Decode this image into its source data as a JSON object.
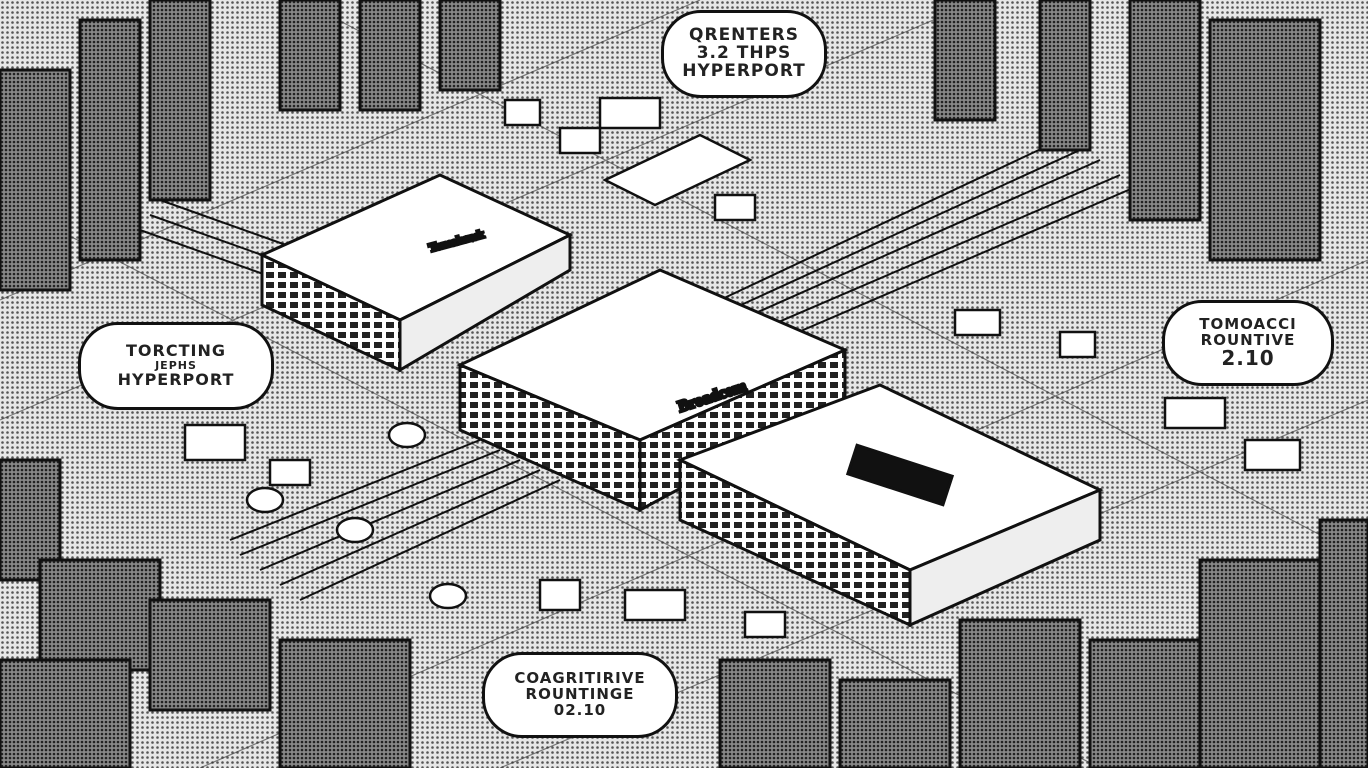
{
  "bubbles": {
    "top": {
      "lines": [
        "QRENTERS",
        "3.2 THPS",
        "HYPERPORT"
      ]
    },
    "left": {
      "lines": [
        "TORCTING",
        "JEPHS",
        "HYPERPORT"
      ]
    },
    "right": {
      "lines": [
        "TOMOACCI",
        "ROUNTIVE",
        "2.10"
      ]
    },
    "bottom": {
      "lines": [
        "COAGRITIRIVE",
        "ROUNTINGE",
        "02.10"
      ]
    }
  },
  "devices": {
    "center_label": "Broadcom",
    "left_label": "Tomahawk"
  },
  "colors": {
    "ink": "#111111",
    "paper": "#ffffff",
    "halftone": "#9a9a9a"
  }
}
